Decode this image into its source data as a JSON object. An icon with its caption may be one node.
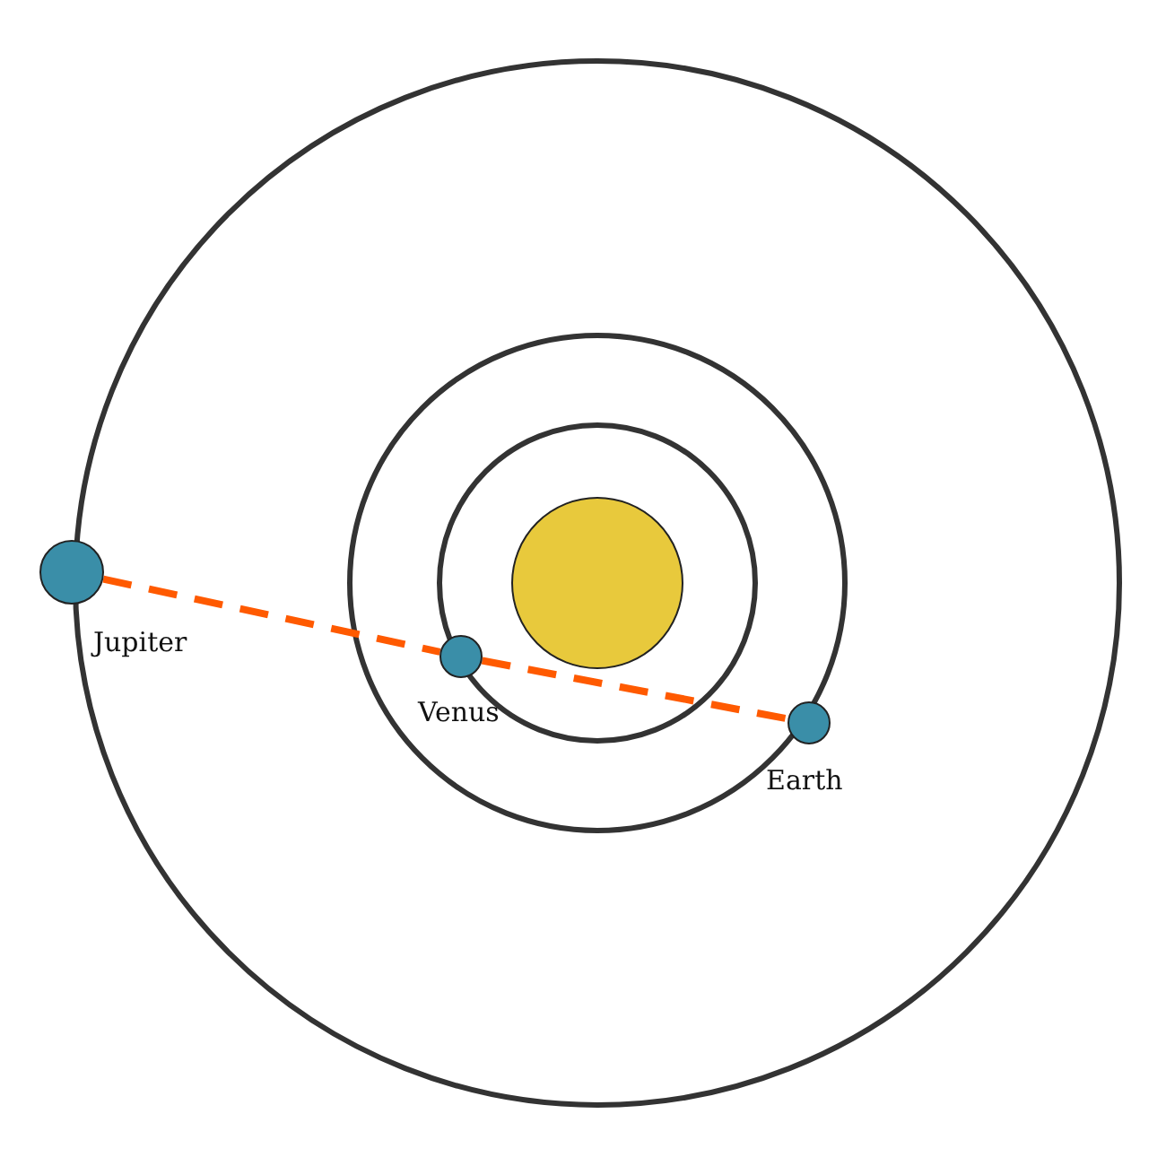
{
  "diagram": {
    "nodes": [
      {
        "text": [],
        "shape": "circle"
      },
      {
        "text": [
          "Jupiter"
        ]
      },
      {
        "text": [
          "Venus"
        ]
      },
      {
        "text": [
          "Earth"
        ]
      }
    ],
    "edges": [
      {
        "from": 1,
        "to": 2,
        "arrow": "none",
        "style": "dashed"
      },
      {
        "from": 2,
        "to": 3,
        "arrow": "none",
        "style": "dashed"
      }
    ]
  }
}
